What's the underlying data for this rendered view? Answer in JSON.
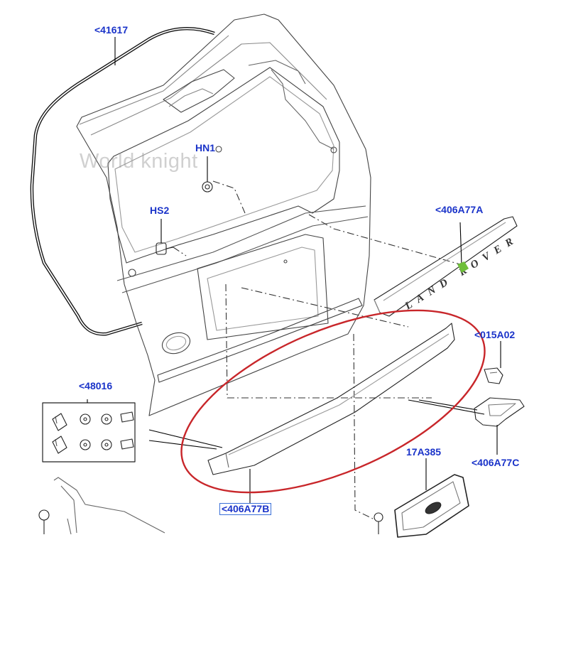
{
  "watermark": "World knight",
  "callouts": {
    "tailgate_seal": "<41617",
    "nut_hn1": "HN1",
    "screw_hs2": "HS2",
    "finisher_upper": "<406A77A",
    "switch": "<015A02",
    "clip_kit": "<48016",
    "plate_lamp_housing": "<406A77C",
    "plate_bracket": "17A385",
    "finisher_lower": "<406A77B"
  },
  "emblem_text": "LAND ROVER",
  "colors": {
    "callout_text": "#1a33c9",
    "highlight_ellipse": "#c8262a",
    "emblem_accent": "#6fbf3a",
    "line_art": "#222222"
  }
}
